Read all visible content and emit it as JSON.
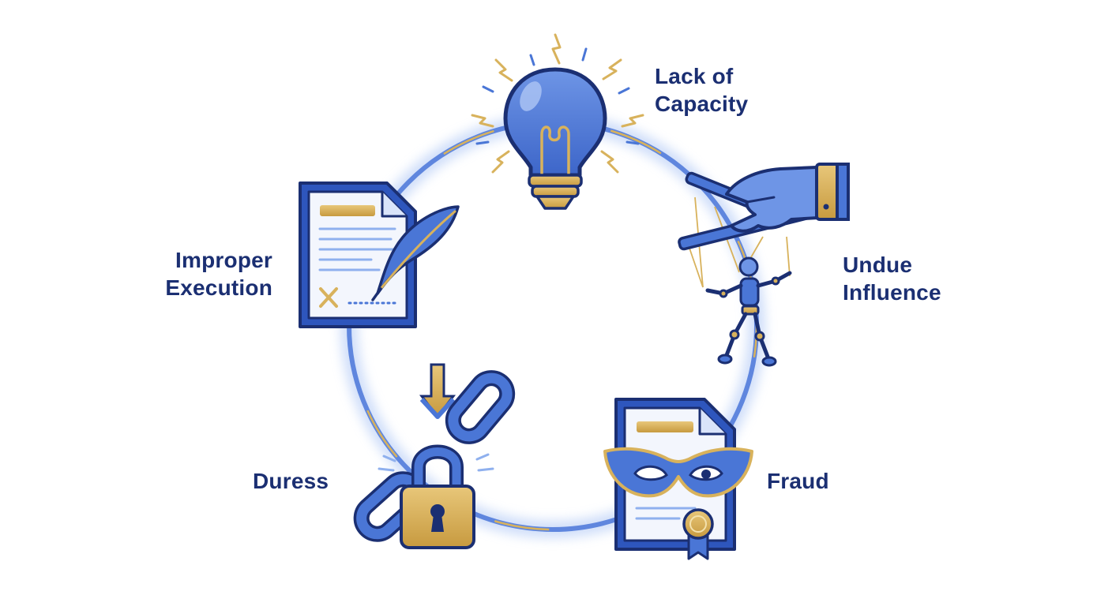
{
  "colors": {
    "navy": "#1b2f72",
    "blue": "#4a76d6",
    "light_blue": "#8fb0ee",
    "gold": "#d8b25c",
    "ring_glow": "#bcd0f7"
  },
  "items": [
    {
      "id": "lack-of-capacity",
      "icon": "lightbulb-icon",
      "label_lines": [
        "Lack of",
        "Capacity"
      ]
    },
    {
      "id": "undue-influence",
      "icon": "puppet-hand-icon",
      "label_lines": [
        "Undue",
        "Influence"
      ]
    },
    {
      "id": "fraud",
      "icon": "masked-document-icon",
      "label_lines": [
        "Fraud"
      ]
    },
    {
      "id": "duress",
      "icon": "chain-lock-icon",
      "label_lines": [
        "Duress"
      ]
    },
    {
      "id": "improper-execution",
      "icon": "document-quill-icon",
      "label_lines": [
        "Improper",
        "Execution"
      ]
    }
  ]
}
